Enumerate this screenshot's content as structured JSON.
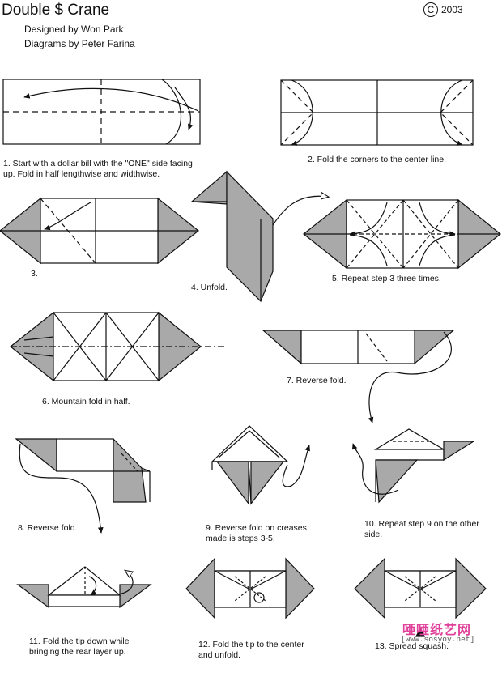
{
  "header": {
    "title": "Double $ Crane",
    "designer": "Designed by Won Park",
    "diagrams": "Diagrams by Peter Farina",
    "copyright_symbol": "C",
    "year": "2003"
  },
  "steps": [
    {
      "n": 1,
      "caption": "1. Start with a dollar bill with the \"ONE\" side facing",
      "caption2": "up. Fold in half lengthwise and widthwise."
    },
    {
      "n": 2,
      "caption": "2. Fold the corners to the center line."
    },
    {
      "n": 3,
      "caption": "3."
    },
    {
      "n": 4,
      "caption": "4. Unfold."
    },
    {
      "n": 5,
      "caption": "5. Repeat step 3 three times."
    },
    {
      "n": 6,
      "caption": "6. Mountain fold in half."
    },
    {
      "n": 7,
      "caption": "7. Reverse fold."
    },
    {
      "n": 8,
      "caption": "8. Reverse fold."
    },
    {
      "n": 9,
      "caption": "9. Reverse fold on creases",
      "caption2": "made is steps 3-5."
    },
    {
      "n": 10,
      "caption": "10. Repeat step 9 on the  other",
      "caption2": "side."
    },
    {
      "n": 11,
      "caption": "11. Fold the tip down while",
      "caption2": "bringing the rear layer up."
    },
    {
      "n": 12,
      "caption": "12. Fold the tip to the center",
      "caption2": "and unfold."
    },
    {
      "n": 13,
      "caption": "13. Spread squash."
    }
  ],
  "watermark": {
    "text": "唖唖纸艺网",
    "url": "[www.sosyoy.net]"
  },
  "colors": {
    "paper_fill": "#a9a9a9",
    "line": "#111111",
    "watermark": "#e0409a"
  }
}
